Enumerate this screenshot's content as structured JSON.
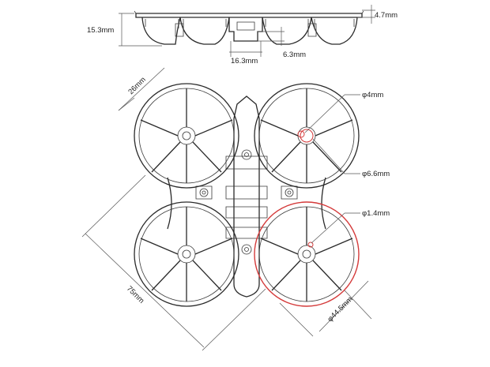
{
  "accent_color": "#d43a3a",
  "line_color": "#2a2a2a",
  "dimensions": {
    "height_total": "15.3mm",
    "top_offset": "4.7mm",
    "bottom_width": "16.3mm",
    "bottom_height": "6.3mm",
    "duct_width": "26mm",
    "motor_hole": "φ4mm",
    "motor_mount": "φ6.6mm",
    "screw_hole": "φ1.4mm",
    "wheelbase": "75mm",
    "prop_diameter": "φ44.5mm"
  }
}
